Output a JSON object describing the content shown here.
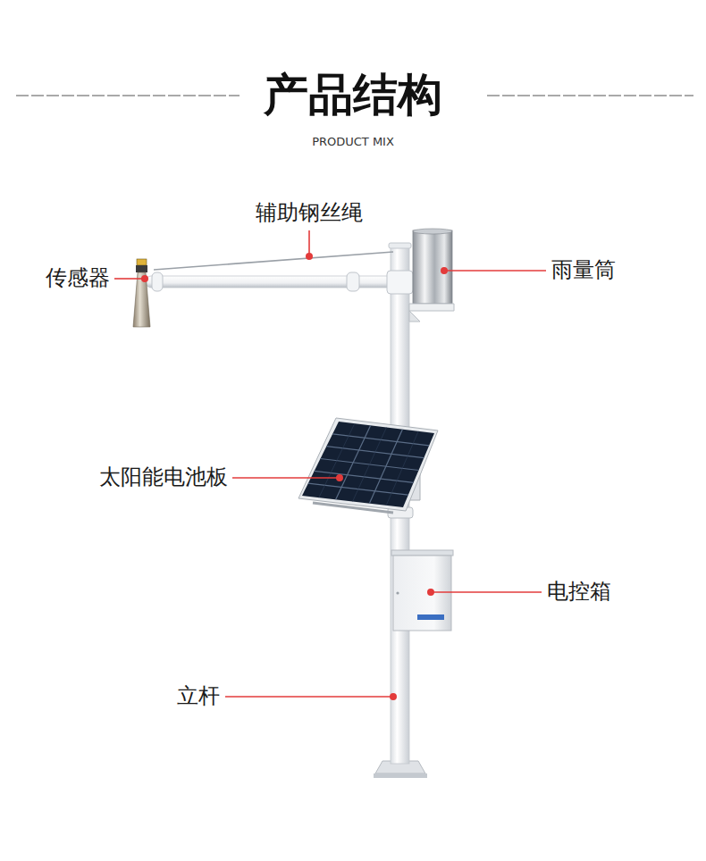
{
  "diagram": {
    "title": "产品结构",
    "labels": [
      "PRODUCT MIX",
      "辅助钢丝绳",
      "传感器",
      "雨量筒",
      "太阳能电池板",
      "电控箱",
      "立杆"
    ]
  }
}
